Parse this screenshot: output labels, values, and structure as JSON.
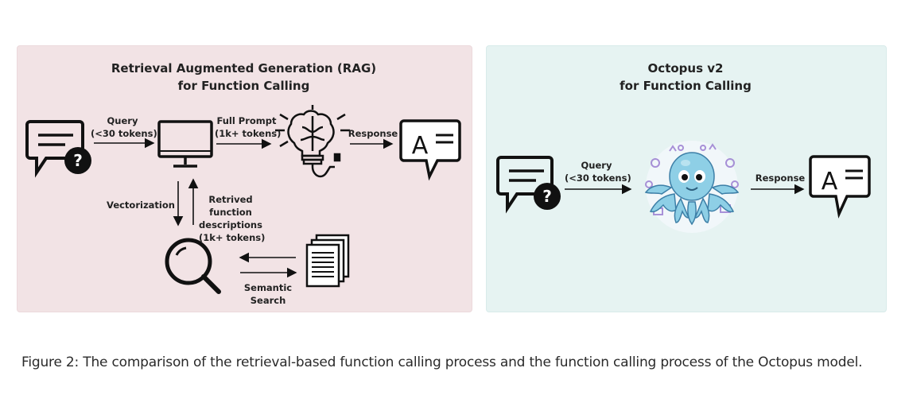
{
  "rag_panel": {
    "title_line1": "Retrieval Augmented Generation (RAG)",
    "title_line2": "for Function Calling",
    "query_label_1": "Query",
    "query_label_2": "(<30 tokens)",
    "full_prompt_1": "Full Prompt",
    "full_prompt_2": "(1k+ tokens)",
    "response_label": "Response",
    "vectorization_label": "Vectorization",
    "retrieved_1": "Retrived",
    "retrieved_2": "function",
    "retrieved_3": "descriptions",
    "retrieved_4": "(1k+ tokens)",
    "semantic_1": "Semantic",
    "semantic_2": "Search",
    "answer_glyph": "A"
  },
  "octopus_panel": {
    "title_line1": "Octopus v2",
    "title_line2": "for Function Calling",
    "query_label_1": "Query",
    "query_label_2": "(<30 tokens)",
    "response_label": "Response",
    "answer_glyph": "A"
  },
  "caption": "Figure 2: The comparison of the retrieval-based function calling process and the function calling process of the Octopus model.",
  "colors": {
    "rag_background": "#f2e3e5",
    "octopus_background": "#e6f3f2",
    "octopus_body": "#8ecfe6"
  },
  "icons": [
    "question-chat-icon",
    "monitor-icon",
    "brain-bulb-icon",
    "answer-chat-icon",
    "magnifier-icon",
    "documents-icon",
    "octopus-icon"
  ]
}
